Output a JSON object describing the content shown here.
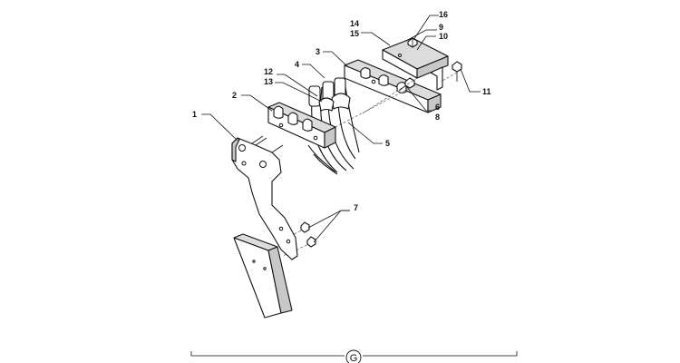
{
  "callouts": {
    "c1": "1",
    "c2": "2",
    "c3": "3",
    "c4": "4",
    "c5": "5",
    "c6": "6",
    "c7": "7",
    "c8": "8",
    "c9": "9",
    "c10": "10",
    "c11": "11",
    "c12": "12",
    "c13": "13",
    "c14": "14",
    "c15": "15",
    "c16": "16"
  },
  "section": {
    "label": "G"
  },
  "colors": {
    "line": "#111111",
    "fill": "#ffffff",
    "shade": "#c8c8c8"
  }
}
